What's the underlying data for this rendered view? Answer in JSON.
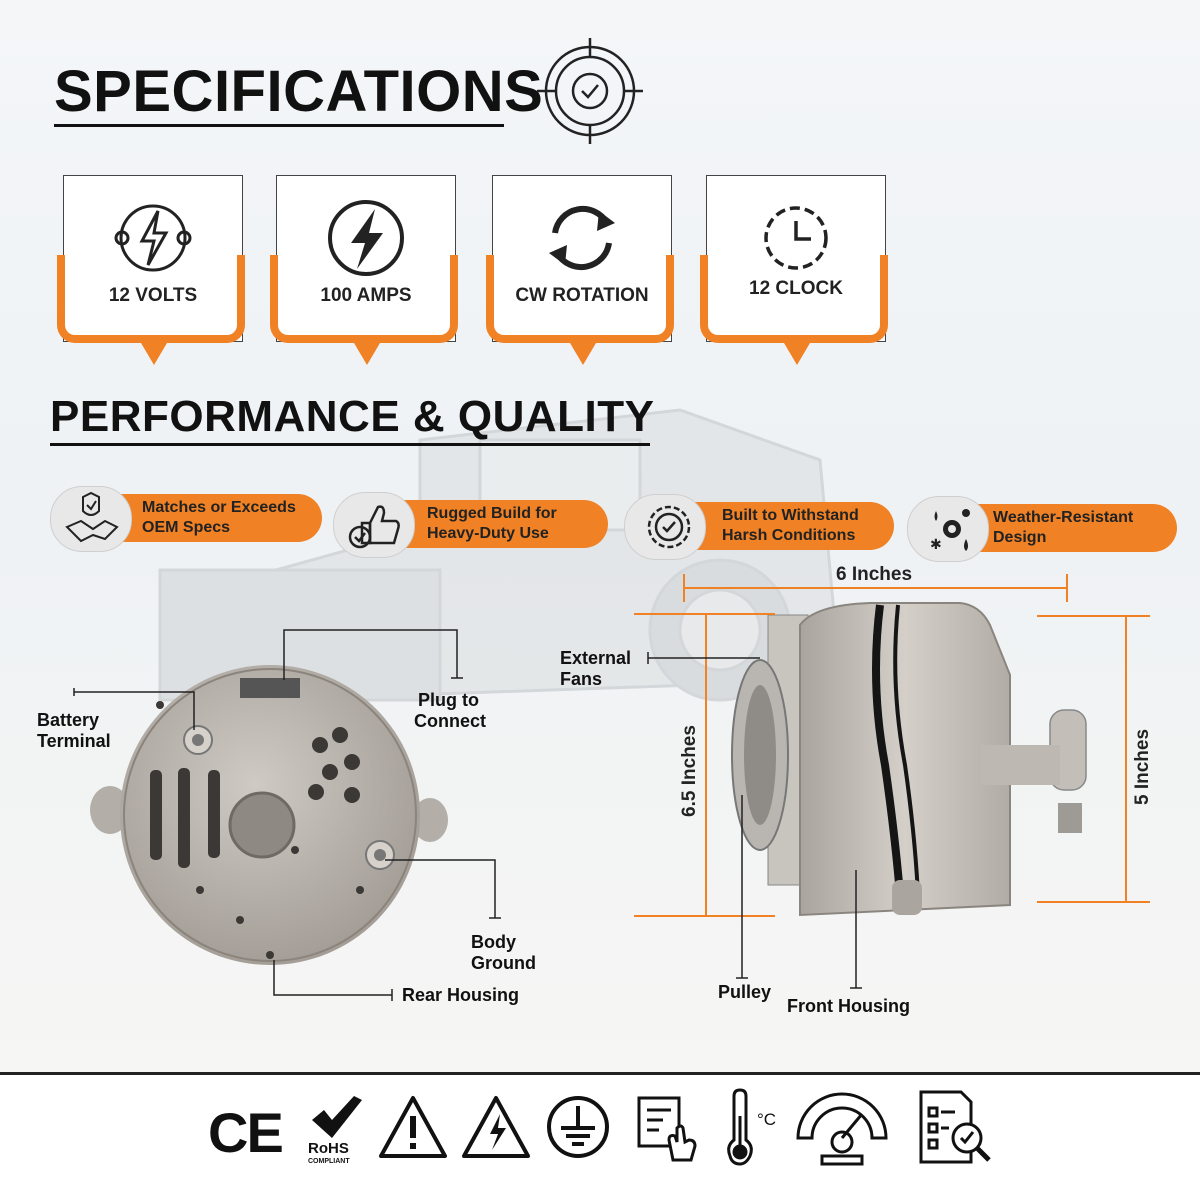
{
  "headings": {
    "specifications": "SPECIFICATIONS",
    "performance": "PERFORMANCE & QUALITY"
  },
  "spec_cards": [
    {
      "label": "12 VOLTS",
      "icon": "voltage-bolt-icon"
    },
    {
      "label": "100  AMPS",
      "icon": "lightning-circle-icon"
    },
    {
      "label": "CW ROTATION",
      "icon": "rotation-arrows-icon"
    },
    {
      "label": "12 CLOCK",
      "icon": "clock-icon"
    }
  ],
  "features": [
    {
      "line1": "Matches or Exceeds",
      "line2": "OEM Specs",
      "icon": "handshake-shield-icon"
    },
    {
      "line1": "Rugged Build for",
      "line2": "Heavy-Duty Use",
      "icon": "thumbs-up-icon"
    },
    {
      "line1": "Built to Withstand",
      "line2": "Harsh Conditions",
      "icon": "badge-check-icon"
    },
    {
      "line1": "Weather-Resistant",
      "line2": "Design",
      "icon": "weather-gear-icon"
    }
  ],
  "rear_callouts": {
    "battery_1": "Battery",
    "battery_2": "Terminal",
    "plug_1": "Plug to",
    "plug_2": "Connect",
    "body_1": "Body",
    "body_2": "Ground",
    "rear": "Rear Housing"
  },
  "side_callouts": {
    "fans_1": "External",
    "fans_2": "Fans",
    "pulley": "Pulley",
    "front": "Front Housing"
  },
  "dimensions": {
    "width": "6 Inches",
    "height_left": "6.5 Inches",
    "height_right": "5 Inches"
  },
  "certifications": {
    "ce": "CE",
    "rohs": "RoHS",
    "rohs_sub": "COMPLIANT",
    "celsius": "°C"
  },
  "colors": {
    "accent": "#f08125",
    "text": "#111111"
  }
}
